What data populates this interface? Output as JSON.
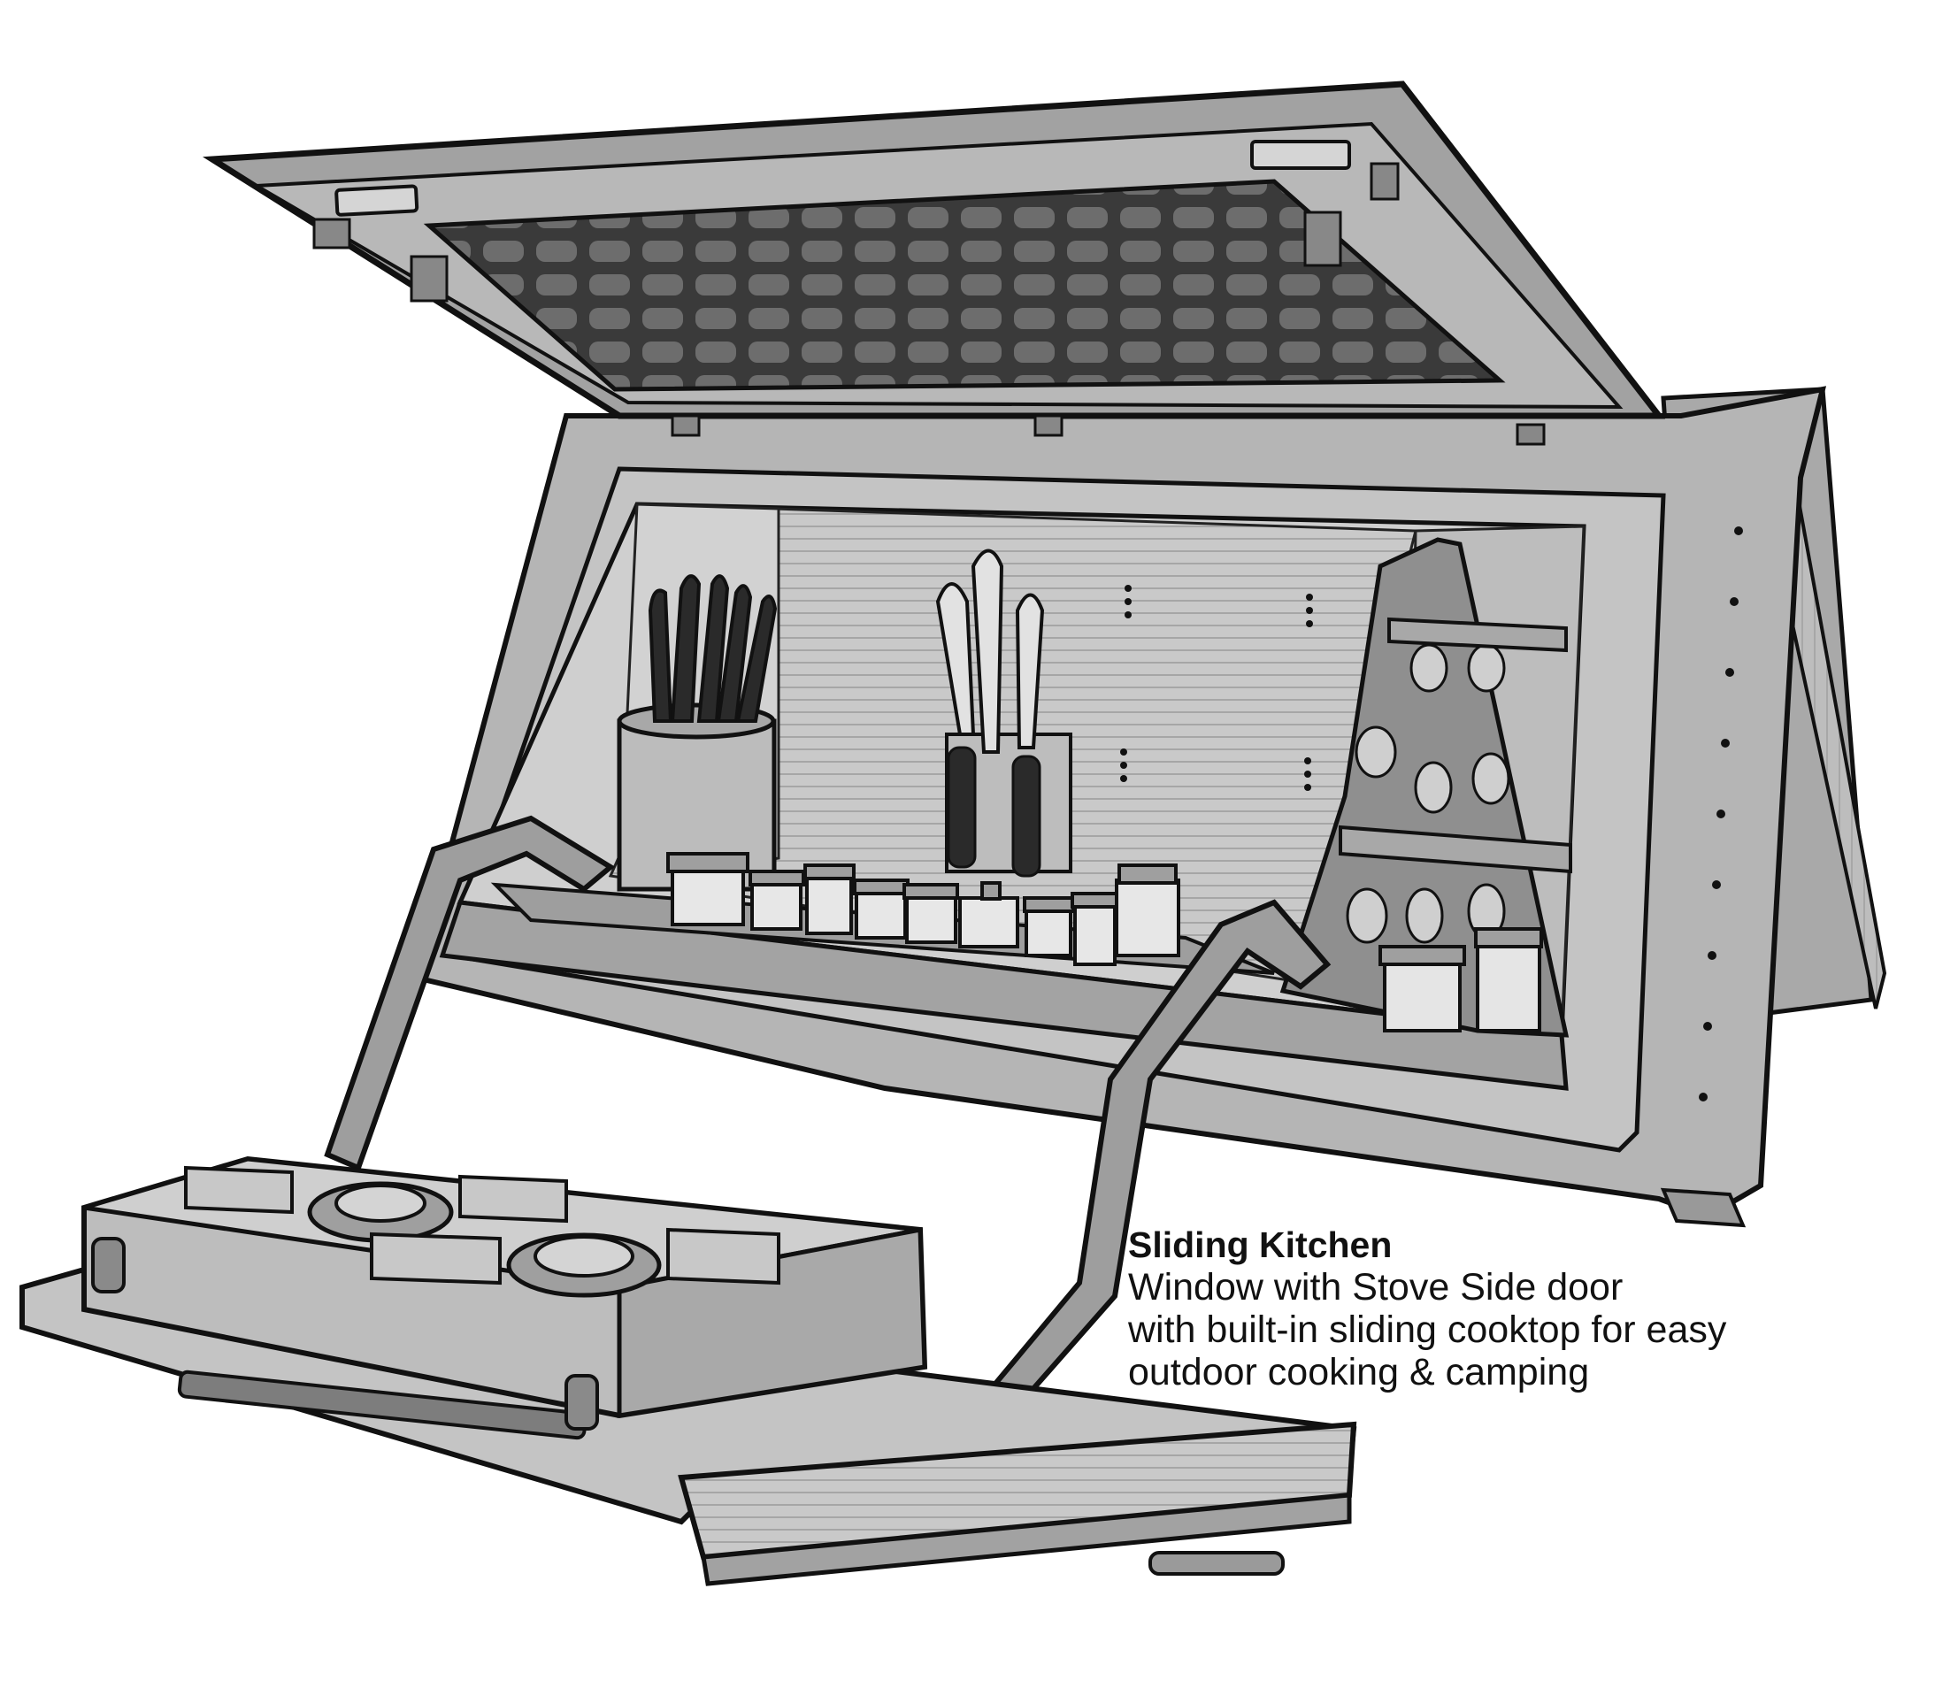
{
  "caption": {
    "line1": "Sliding Kitchen",
    "line2": "Window with Stove Side door",
    "line3": "with built-in sliding cooktop for easy",
    "line4": "outdoor cooking & camping"
  },
  "colors": {
    "ink": "#111111",
    "panel": "#b9b9b9",
    "panel_dark": "#8a8a8a",
    "panel_light": "#d6d6d6",
    "interior": "#c8c8c8"
  }
}
